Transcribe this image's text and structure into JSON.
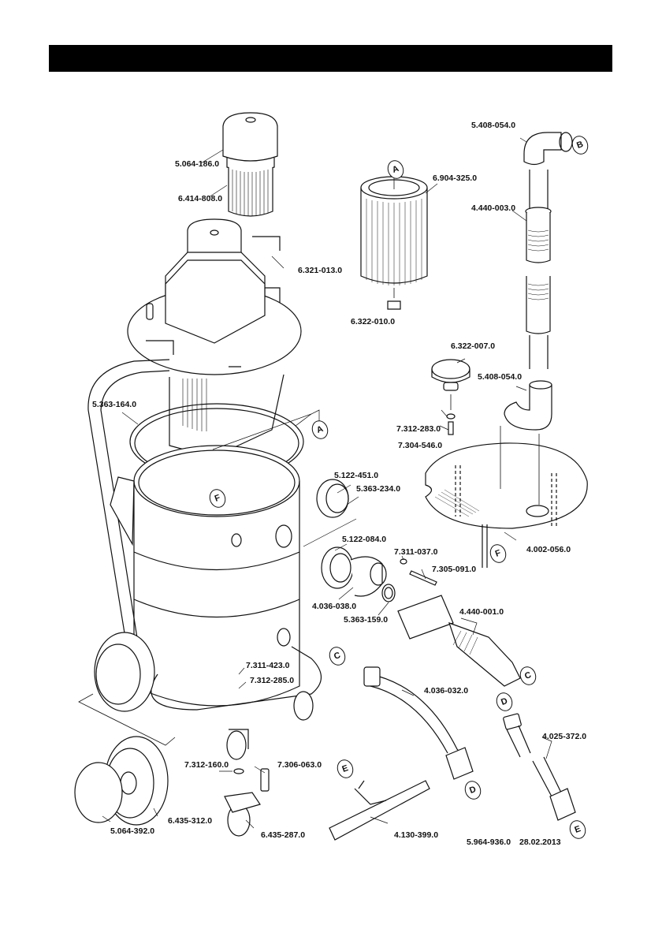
{
  "page": {
    "header_bar": "",
    "footer": {
      "document_number": "5.964-936.0",
      "date": "28.02.2013"
    }
  },
  "callouts": {
    "A": "A",
    "B": "B",
    "C": "C",
    "D": "D",
    "E": "E",
    "F": "F"
  },
  "parts": {
    "filter_cover_top": "5.064-186.0",
    "filter_cartridge_top": "6.414-808.0",
    "handle_bracket": "6.321-013.0",
    "cartridge_filter": "6.904-325.0",
    "filter_knob_small": "6.322-010.0",
    "elbow_top": "5.408-054.0",
    "suction_tube": "4.440-003.0",
    "knob": "6.322-007.0",
    "elbow_bottom": "5.408-054.0",
    "washer_a": "7.312-283.0",
    "screw_a": "7.304-546.0",
    "gasket_ring": "5.363-164.0",
    "inlet_part_1": "5.122-451.0",
    "inlet_part_2": "5.363-234.0",
    "inlet_flange": "5.122-084.0",
    "nut_a": "7.311-037.0",
    "bolt_a": "7.305-091.0",
    "separator_plate": "4.002-056.0",
    "inlet_socket": "4.036-038.0",
    "o_ring": "5.363-159.0",
    "suction_hose": "4.440-001.0",
    "nut_b": "7.311-423.0",
    "washer_b": "7.312-285.0",
    "bent_tube": "4.036-032.0",
    "extension_tube": "4.025-372.0",
    "lock_washer": "7.312-160.0",
    "caster_screw": "7.306-063.0",
    "wheel": "6.435-312.0",
    "hub_cap": "5.064-392.0",
    "caster": "6.435-287.0",
    "floor_nozzle": "4.130-399.0"
  }
}
